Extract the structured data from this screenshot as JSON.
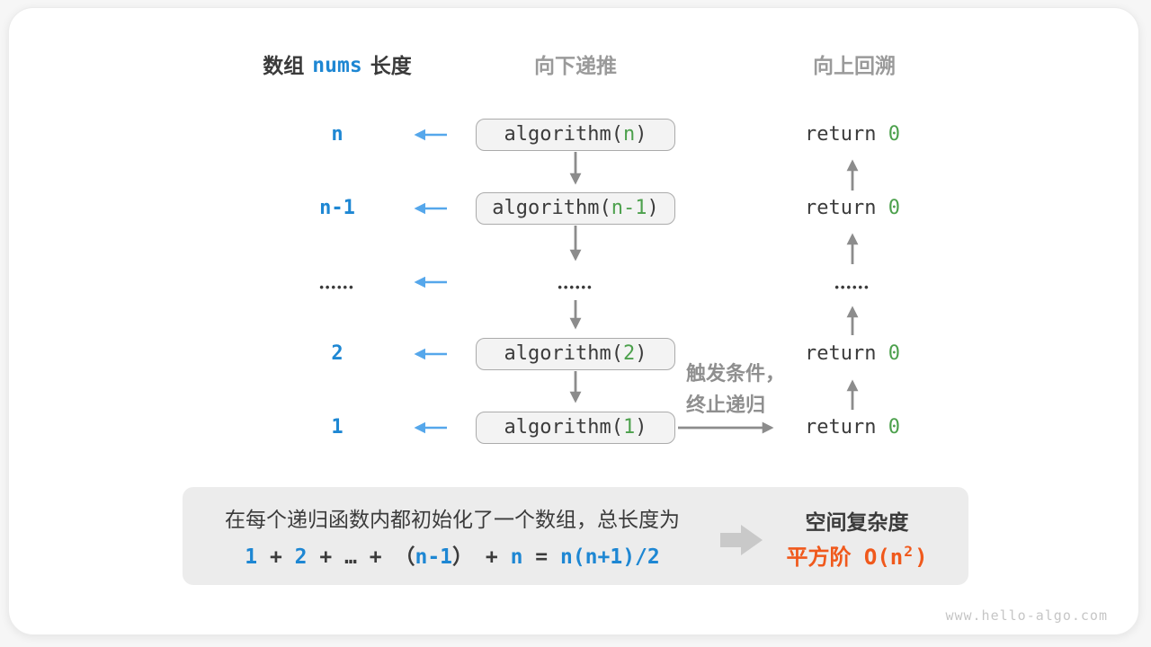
{
  "colors": {
    "blue": "#1e87d3",
    "arrow_blue": "#55a7eb",
    "green": "#4ca04c",
    "orange": "#f0591c",
    "dark": "#3b3b3b",
    "gray_text": "#9a9a9a",
    "arrow_gray": "#8c8c8c"
  },
  "headers": {
    "left_prefix": "数组",
    "left_code": "nums",
    "left_suffix": "长度",
    "middle": "向下递推",
    "right": "向上回溯"
  },
  "rows": [
    {
      "length": "n",
      "call_prefix": "algorithm(",
      "call_arg": "n",
      "call_suffix": ")",
      "return_prefix": "return ",
      "return_value": "0"
    },
    {
      "length": "n-1",
      "call_prefix": "algorithm(",
      "call_arg": "n-1",
      "call_suffix": ")",
      "return_prefix": "return ",
      "return_value": "0"
    },
    {
      "length_ellipsis": "••••••",
      "call_ellipsis": "••••••",
      "return_ellipsis": "••••••"
    },
    {
      "length": "2",
      "call_prefix": "algorithm(",
      "call_arg": "2",
      "call_suffix": ")",
      "return_prefix": "return ",
      "return_value": "0"
    },
    {
      "length": "1",
      "call_prefix": "algorithm(",
      "call_arg": "1",
      "call_suffix": ")",
      "return_prefix": "return ",
      "return_value": "0"
    }
  ],
  "annotation": {
    "line1": "触发条件，",
    "line2": "终止递归"
  },
  "summary": {
    "line1": "在每个递归函数内都初始化了一个数组，总长度为",
    "formula": [
      {
        "text": "1",
        "color": "blue"
      },
      {
        "text": " + ",
        "color": "dark"
      },
      {
        "text": "2",
        "color": "blue"
      },
      {
        "text": " + ",
        "color": "dark"
      },
      {
        "text": "…",
        "color": "dark"
      },
      {
        "text": " + ",
        "color": "dark"
      },
      {
        "text": "（",
        "color": "dark"
      },
      {
        "text": "n-1",
        "color": "blue"
      },
      {
        "text": "）",
        "color": "dark"
      },
      {
        "text": " + ",
        "color": "dark"
      },
      {
        "text": "n",
        "color": "blue"
      },
      {
        "text": " = ",
        "color": "dark"
      },
      {
        "text": "n(n+1)/2",
        "color": "blue"
      }
    ],
    "result_title": "空间复杂度",
    "result_prefix": "平方阶 O(n",
    "result_sup": "2",
    "result_suffix": ")"
  },
  "watermark": "www.hello-algo.com"
}
